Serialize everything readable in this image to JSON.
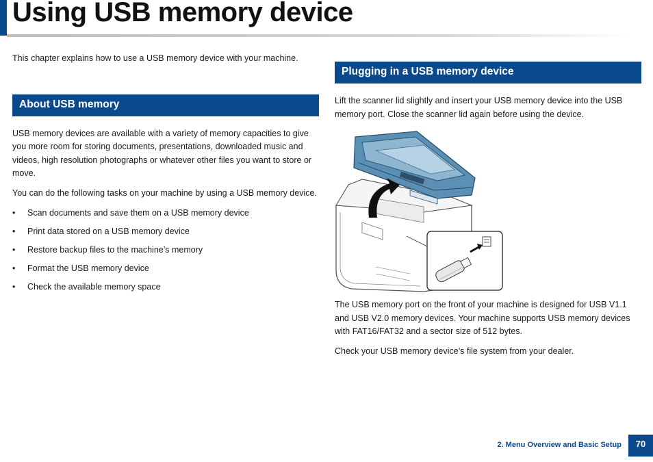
{
  "title": "Using USB memory device",
  "intro": "This chapter explains how to use a USB memory device with your machine.",
  "about": {
    "heading": "About USB memory",
    "para1": "USB memory devices are available with a variety of memory capacities to give you more room for storing documents, presentations, downloaded music and videos, high resolution photographs or whatever other files you want to store or move.",
    "para2": "You can do the following tasks on your machine by using a USB memory device.",
    "bullet": "•",
    "tasks": [
      "Scan documents and save them on a USB memory device",
      "Print data stored on a USB memory device",
      "Restore backup files to the machine’s memory",
      "Format the USB memory device",
      "Check the available memory space"
    ]
  },
  "plugging": {
    "heading": "Plugging in a USB memory device",
    "para1": "Lift the scanner lid slightly and insert your USB memory device into the USB memory port. Close the scanner lid again before using the device.",
    "para2": "The USB memory port on the front of your machine is designed for USB V1.1 and USB V2.0 memory devices. Your machine supports USB memory devices with FAT16/FAT32 and a sector size of 512 bytes.",
    "para3": "Check your USB memory device’s file system from your dealer."
  },
  "footer": {
    "chapter": "2. Menu Overview and Basic Setup",
    "page": "70"
  },
  "colors": {
    "accent": "#0a4a8c",
    "scanner": "#5b8fb3"
  }
}
